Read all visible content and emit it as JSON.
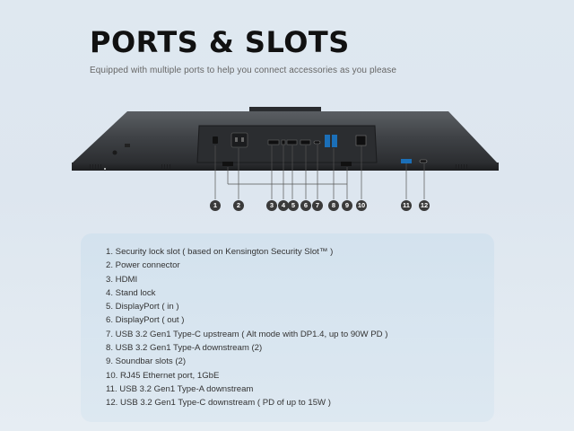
{
  "title": "PORTS & SLOTS",
  "subtitle": "Equipped with multiple ports to help you connect accessories as you please",
  "callouts": [
    "1",
    "2",
    "3",
    "4",
    "5",
    "6",
    "7",
    "8",
    "9",
    "10",
    "11",
    "12"
  ],
  "ports": [
    "1. Security lock slot ( based on Kensington Security Slot™ )",
    "2. Power connector",
    "3. HDMI",
    "4. Stand lock",
    "5. DisplayPort ( in )",
    "6. DisplayPort ( out )",
    "7. USB 3.2 Gen1 Type-C upstream ( Alt mode with DP1.4, up to 90W PD )",
    "8. USB 3.2 Gen1 Type-A downstream (2)",
    "9. Soundbar slots (2)",
    "10. RJ45 Ethernet port, 1GbE",
    "11. USB 3.2 Gen1 Type-A downstream",
    "12. USB 3.2 Gen1 Type-C downstream ( PD of up to 15W )"
  ]
}
